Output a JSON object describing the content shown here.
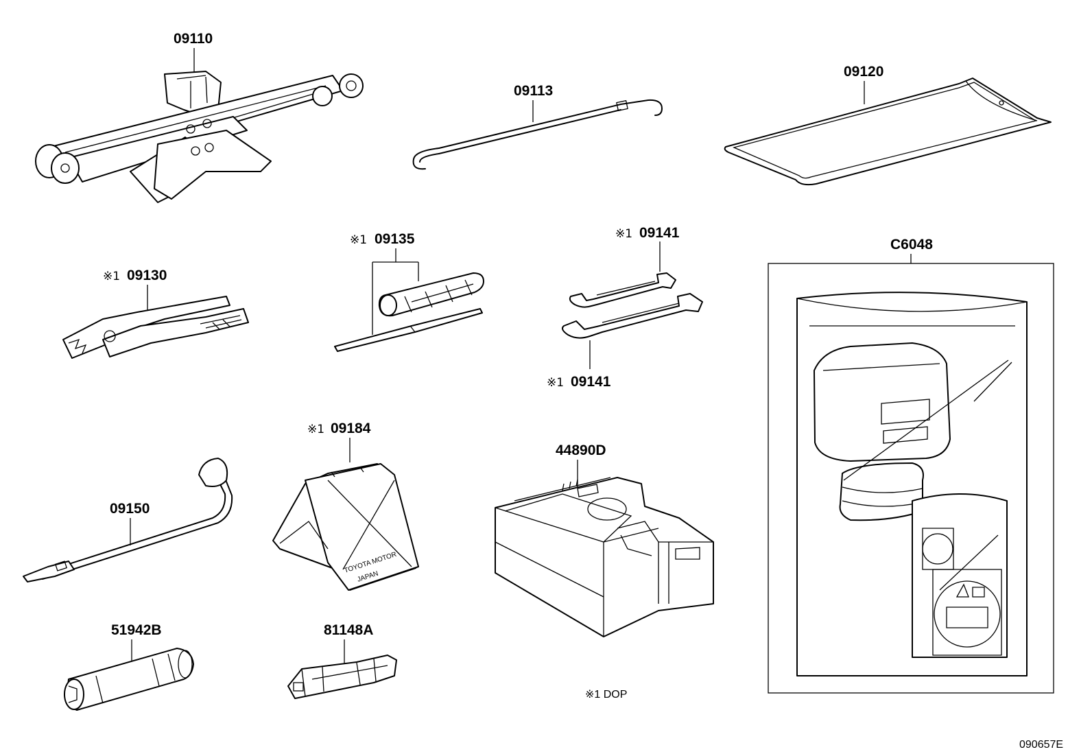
{
  "parts": {
    "jack": "09110",
    "jack_handle": "09113",
    "tool_bag": "09120",
    "pliers": "09130",
    "screwdriver": "09135",
    "wrench_top": "09141",
    "wrench_bottom": "09141",
    "kit_box": "C6048",
    "triangle": "09184",
    "lug_wrench": "09150",
    "compressor": "44890D",
    "socket_wrench": "51942B",
    "valve_tool": "81148A"
  },
  "dop_mark": "※1",
  "legend": "※1  DOP",
  "triangle_text": [
    "TOYOTA MOTOR",
    "JAPAN"
  ],
  "figure_id": "090657E"
}
